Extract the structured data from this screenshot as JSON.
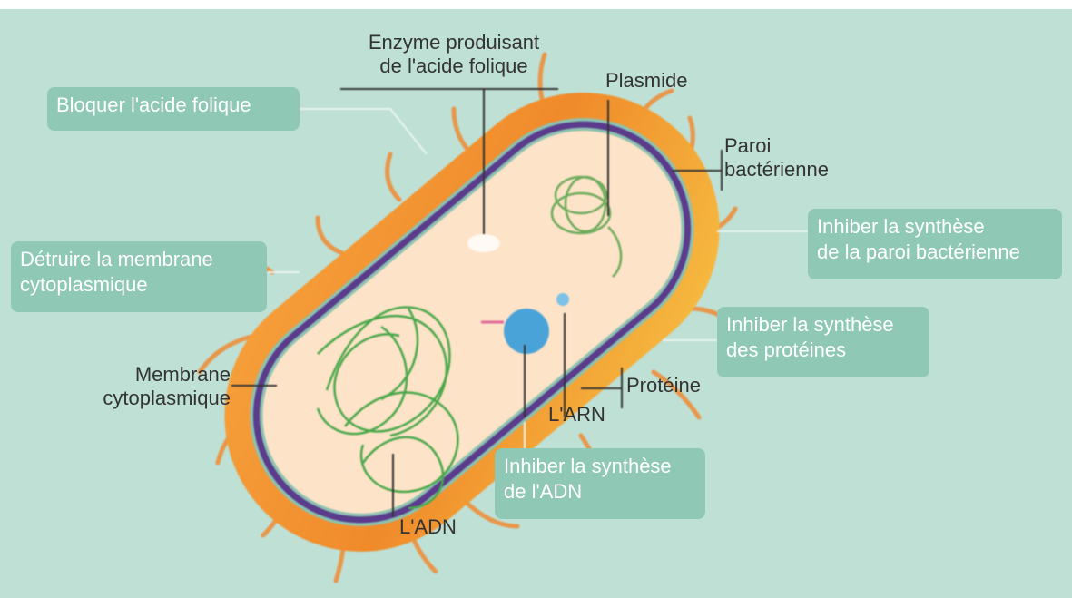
{
  "labels": {
    "enzyme": "Enzyme produisant\nde l'acide folique",
    "plasmide": "Plasmide",
    "paroi": "Paroi\nbactérienne",
    "membrane": "Membrane\ncytoplasmique",
    "proteine": "Protéine",
    "arn": "L'ARN",
    "adn": "L'ADN"
  },
  "actions": {
    "bloquer_acide_folique": "Bloquer l'acide folique",
    "detruire_membrane": "Détruire la membrane\ncytoplasmique",
    "inhiber_paroi": "Inhiber la synthèse\nde la paroi bactérienne",
    "inhiber_proteines": "Inhiber la synthèse\ndes protéines",
    "inhiber_adn": "Inhiber la synthèse\nde l'ADN"
  },
  "colors": {
    "background": "#bfe0d5",
    "action_box": "#8fc8b4",
    "cell_wall": "#f08a2a",
    "cytoplasm": "#fde3c8",
    "membrane": "#5b3b8c",
    "dna": "#4aa84a",
    "ribosome": "#4aa3d8"
  }
}
